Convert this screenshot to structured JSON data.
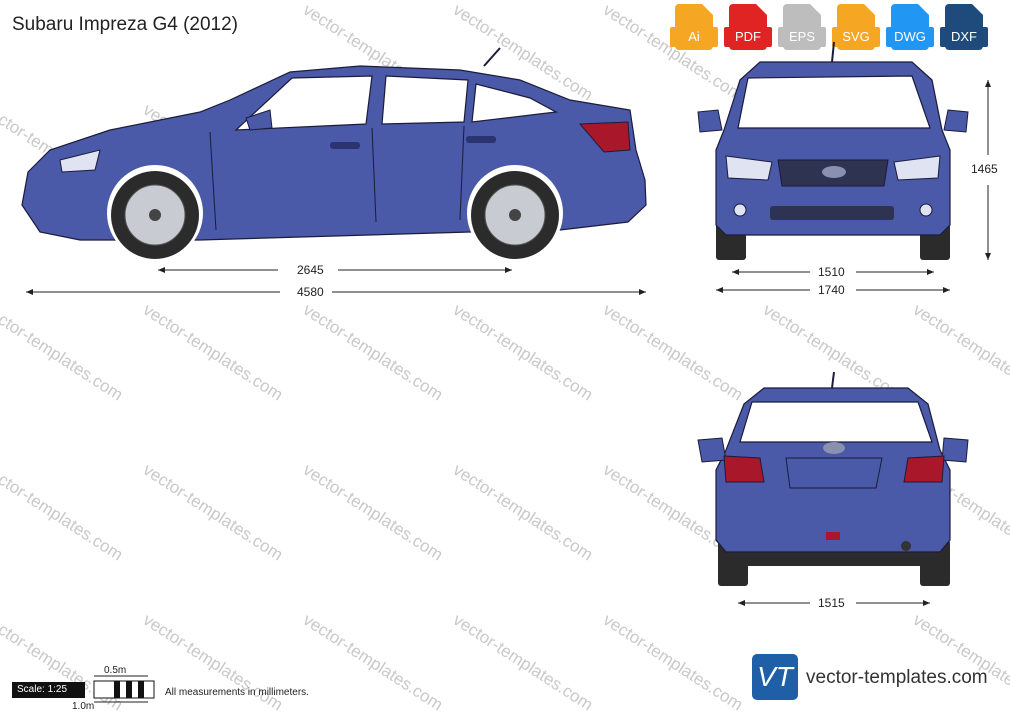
{
  "title": "Subaru Impreza G4 (2012)",
  "watermark": "vector-templates.com",
  "formats": [
    {
      "label": "Ai",
      "color": "#f5a623"
    },
    {
      "label": "PDF",
      "color": "#e02424"
    },
    {
      "label": "EPS",
      "color": "#bdbdbd"
    },
    {
      "label": "SVG",
      "color": "#f5a623"
    },
    {
      "label": "DWG",
      "color": "#2196f3"
    },
    {
      "label": "DXF",
      "color": "#1e4a7c"
    }
  ],
  "dimensions": {
    "wheelbase": "2645",
    "length": "4580",
    "front_track": "1510",
    "width": "1740",
    "height": "1465",
    "rear_track": "1515"
  },
  "scale": {
    "label": "Scale: 1:25",
    "half": "0.5m",
    "full": "1.0m",
    "note": "All measurements in millimeters."
  },
  "brand": {
    "logo": "VT",
    "name": "vector-templates.com"
  },
  "colors": {
    "body": "#4a59a8",
    "glass": "#ffffff",
    "tire": "#2b2b2b",
    "light": "#a8182a",
    "line": "#1c1c3a"
  }
}
